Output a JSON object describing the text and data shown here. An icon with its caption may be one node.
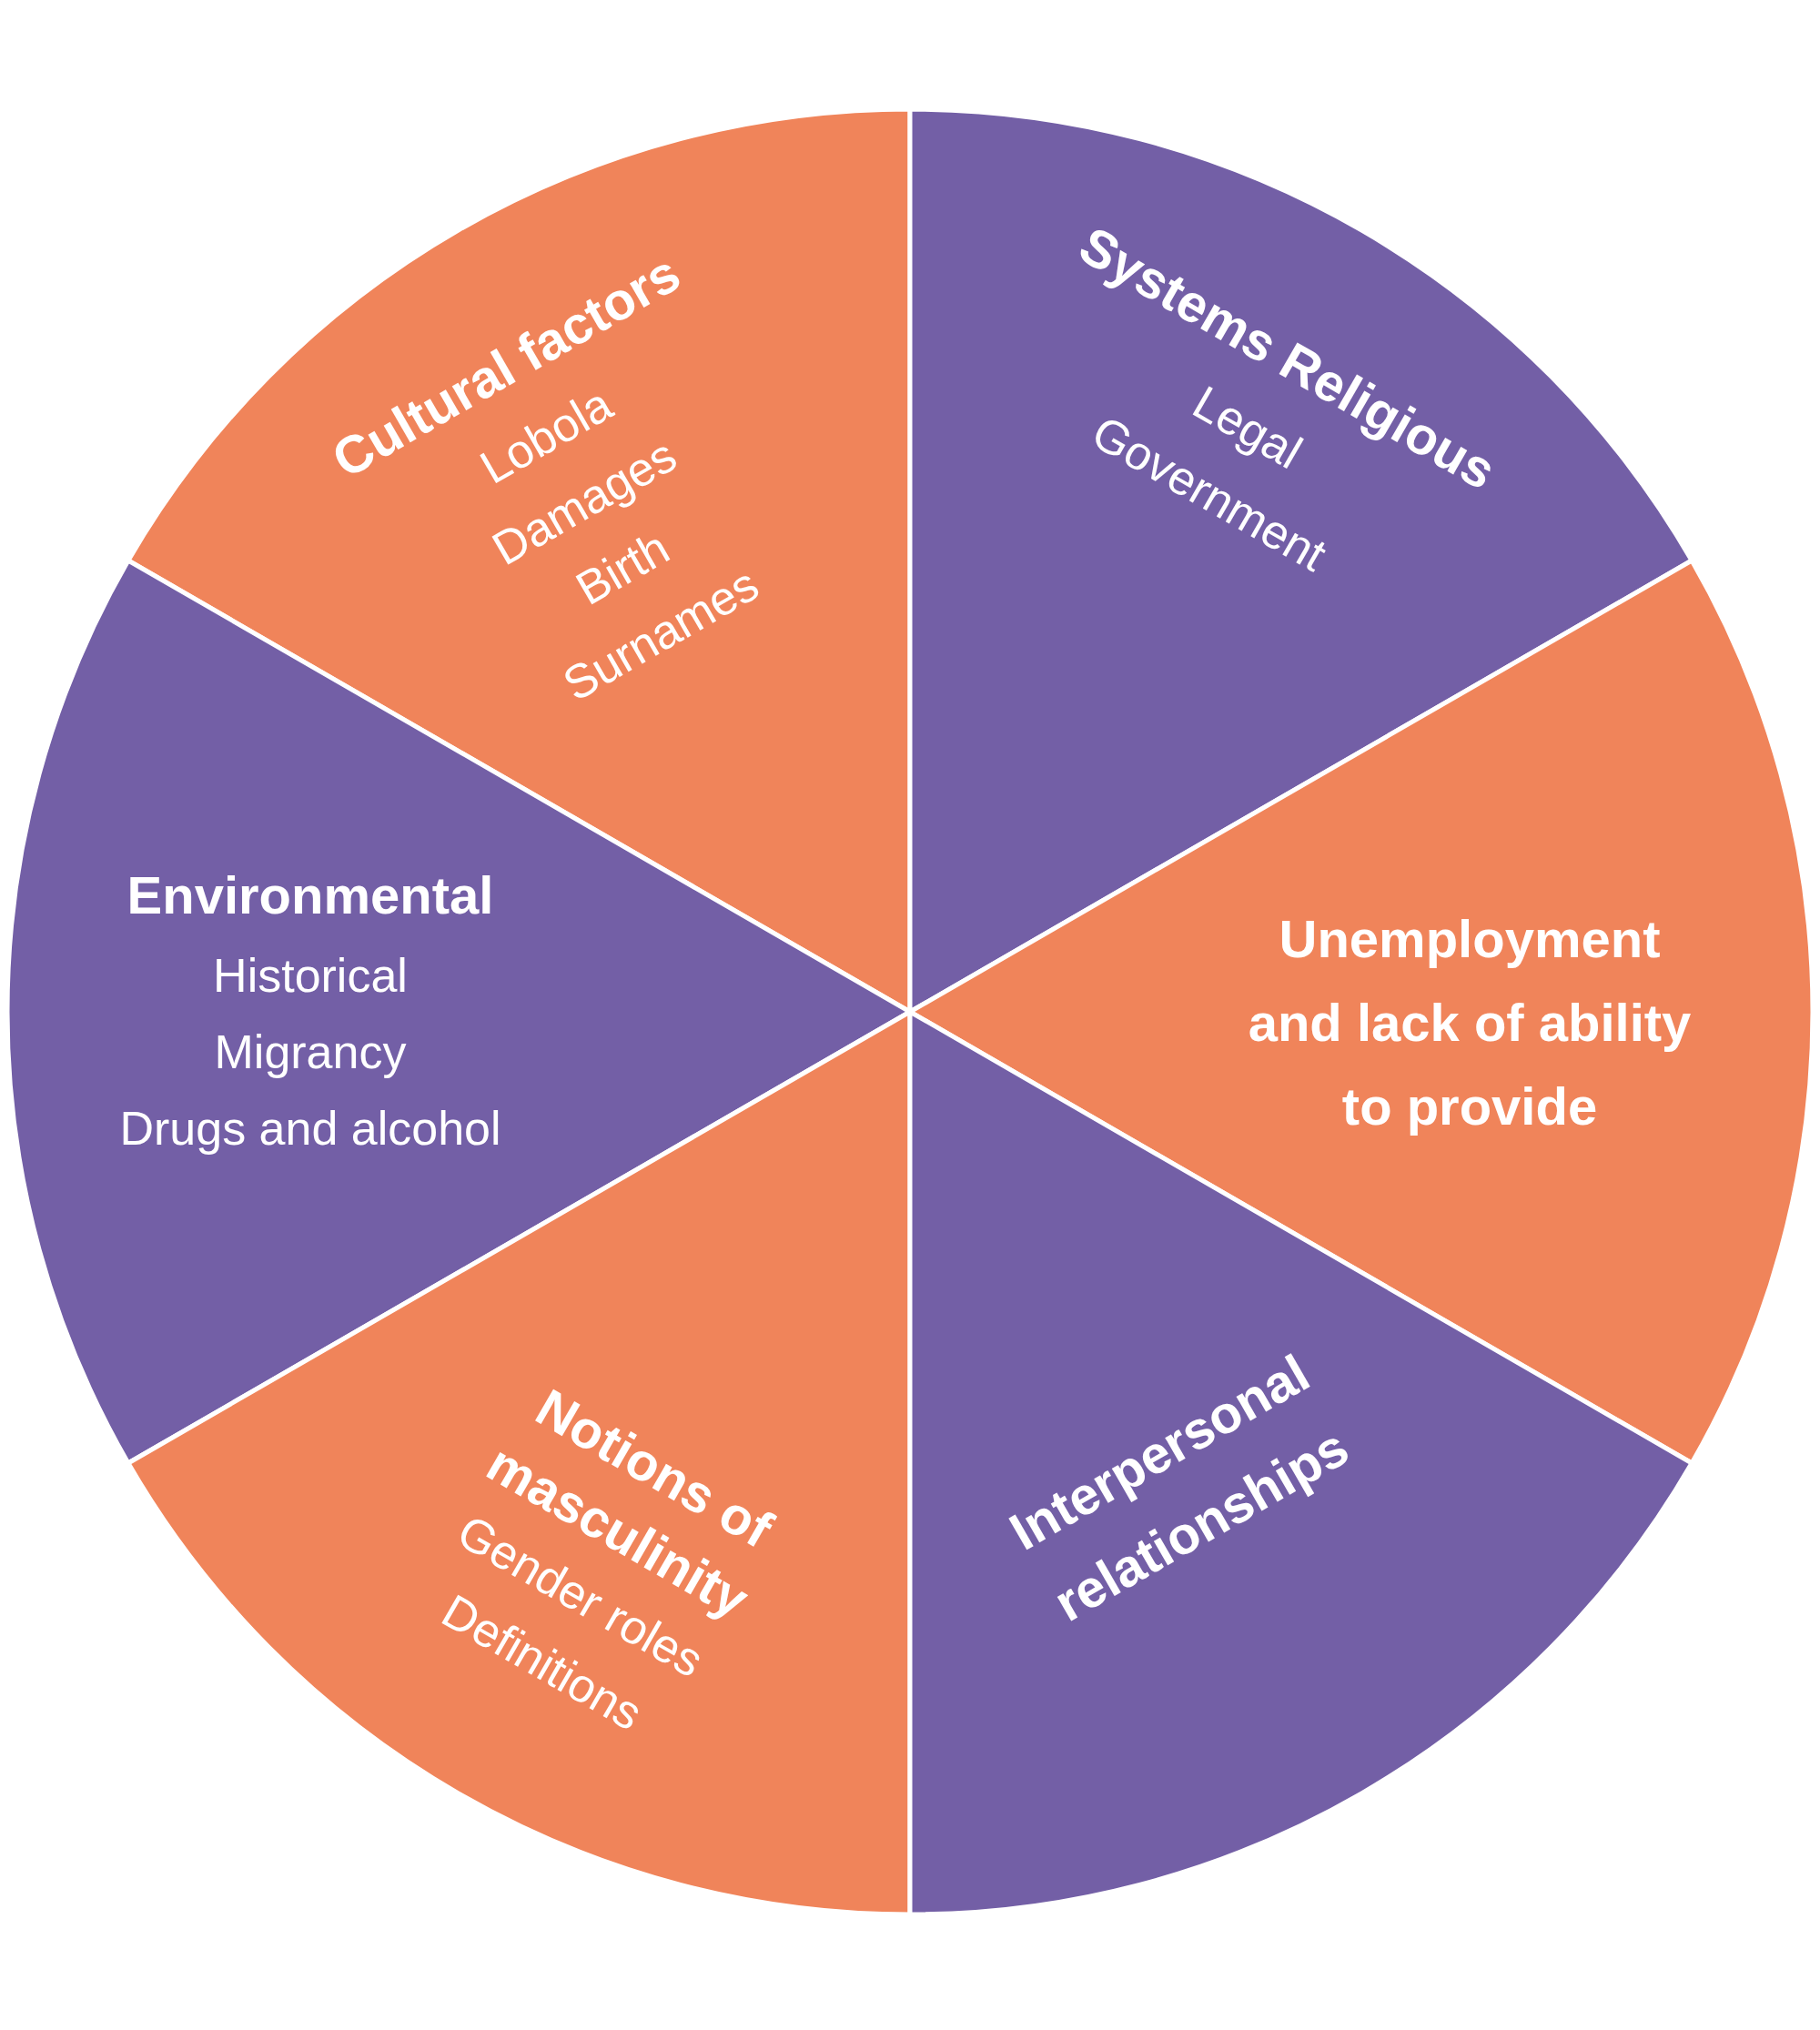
{
  "diagram": {
    "nodes": [
      {
        "text": [
          "Cultural factors",
          "Lobola",
          "Damages",
          "Birth",
          "Surnames"
        ]
      },
      {
        "text": [
          "Systems Religious",
          "Legal",
          "Government"
        ]
      },
      {
        "text": [
          "Environmental",
          "Historical",
          "Migrancy",
          "Drugs and alcohol"
        ]
      },
      {
        "text": [
          "Unemployment and lack of ability to provide"
        ]
      },
      {
        "text": [
          "Notions of masculinity",
          "Gender roles",
          "Definitions"
        ]
      },
      {
        "text": [
          "Interpersonal relationships"
        ]
      }
    ]
  }
}
